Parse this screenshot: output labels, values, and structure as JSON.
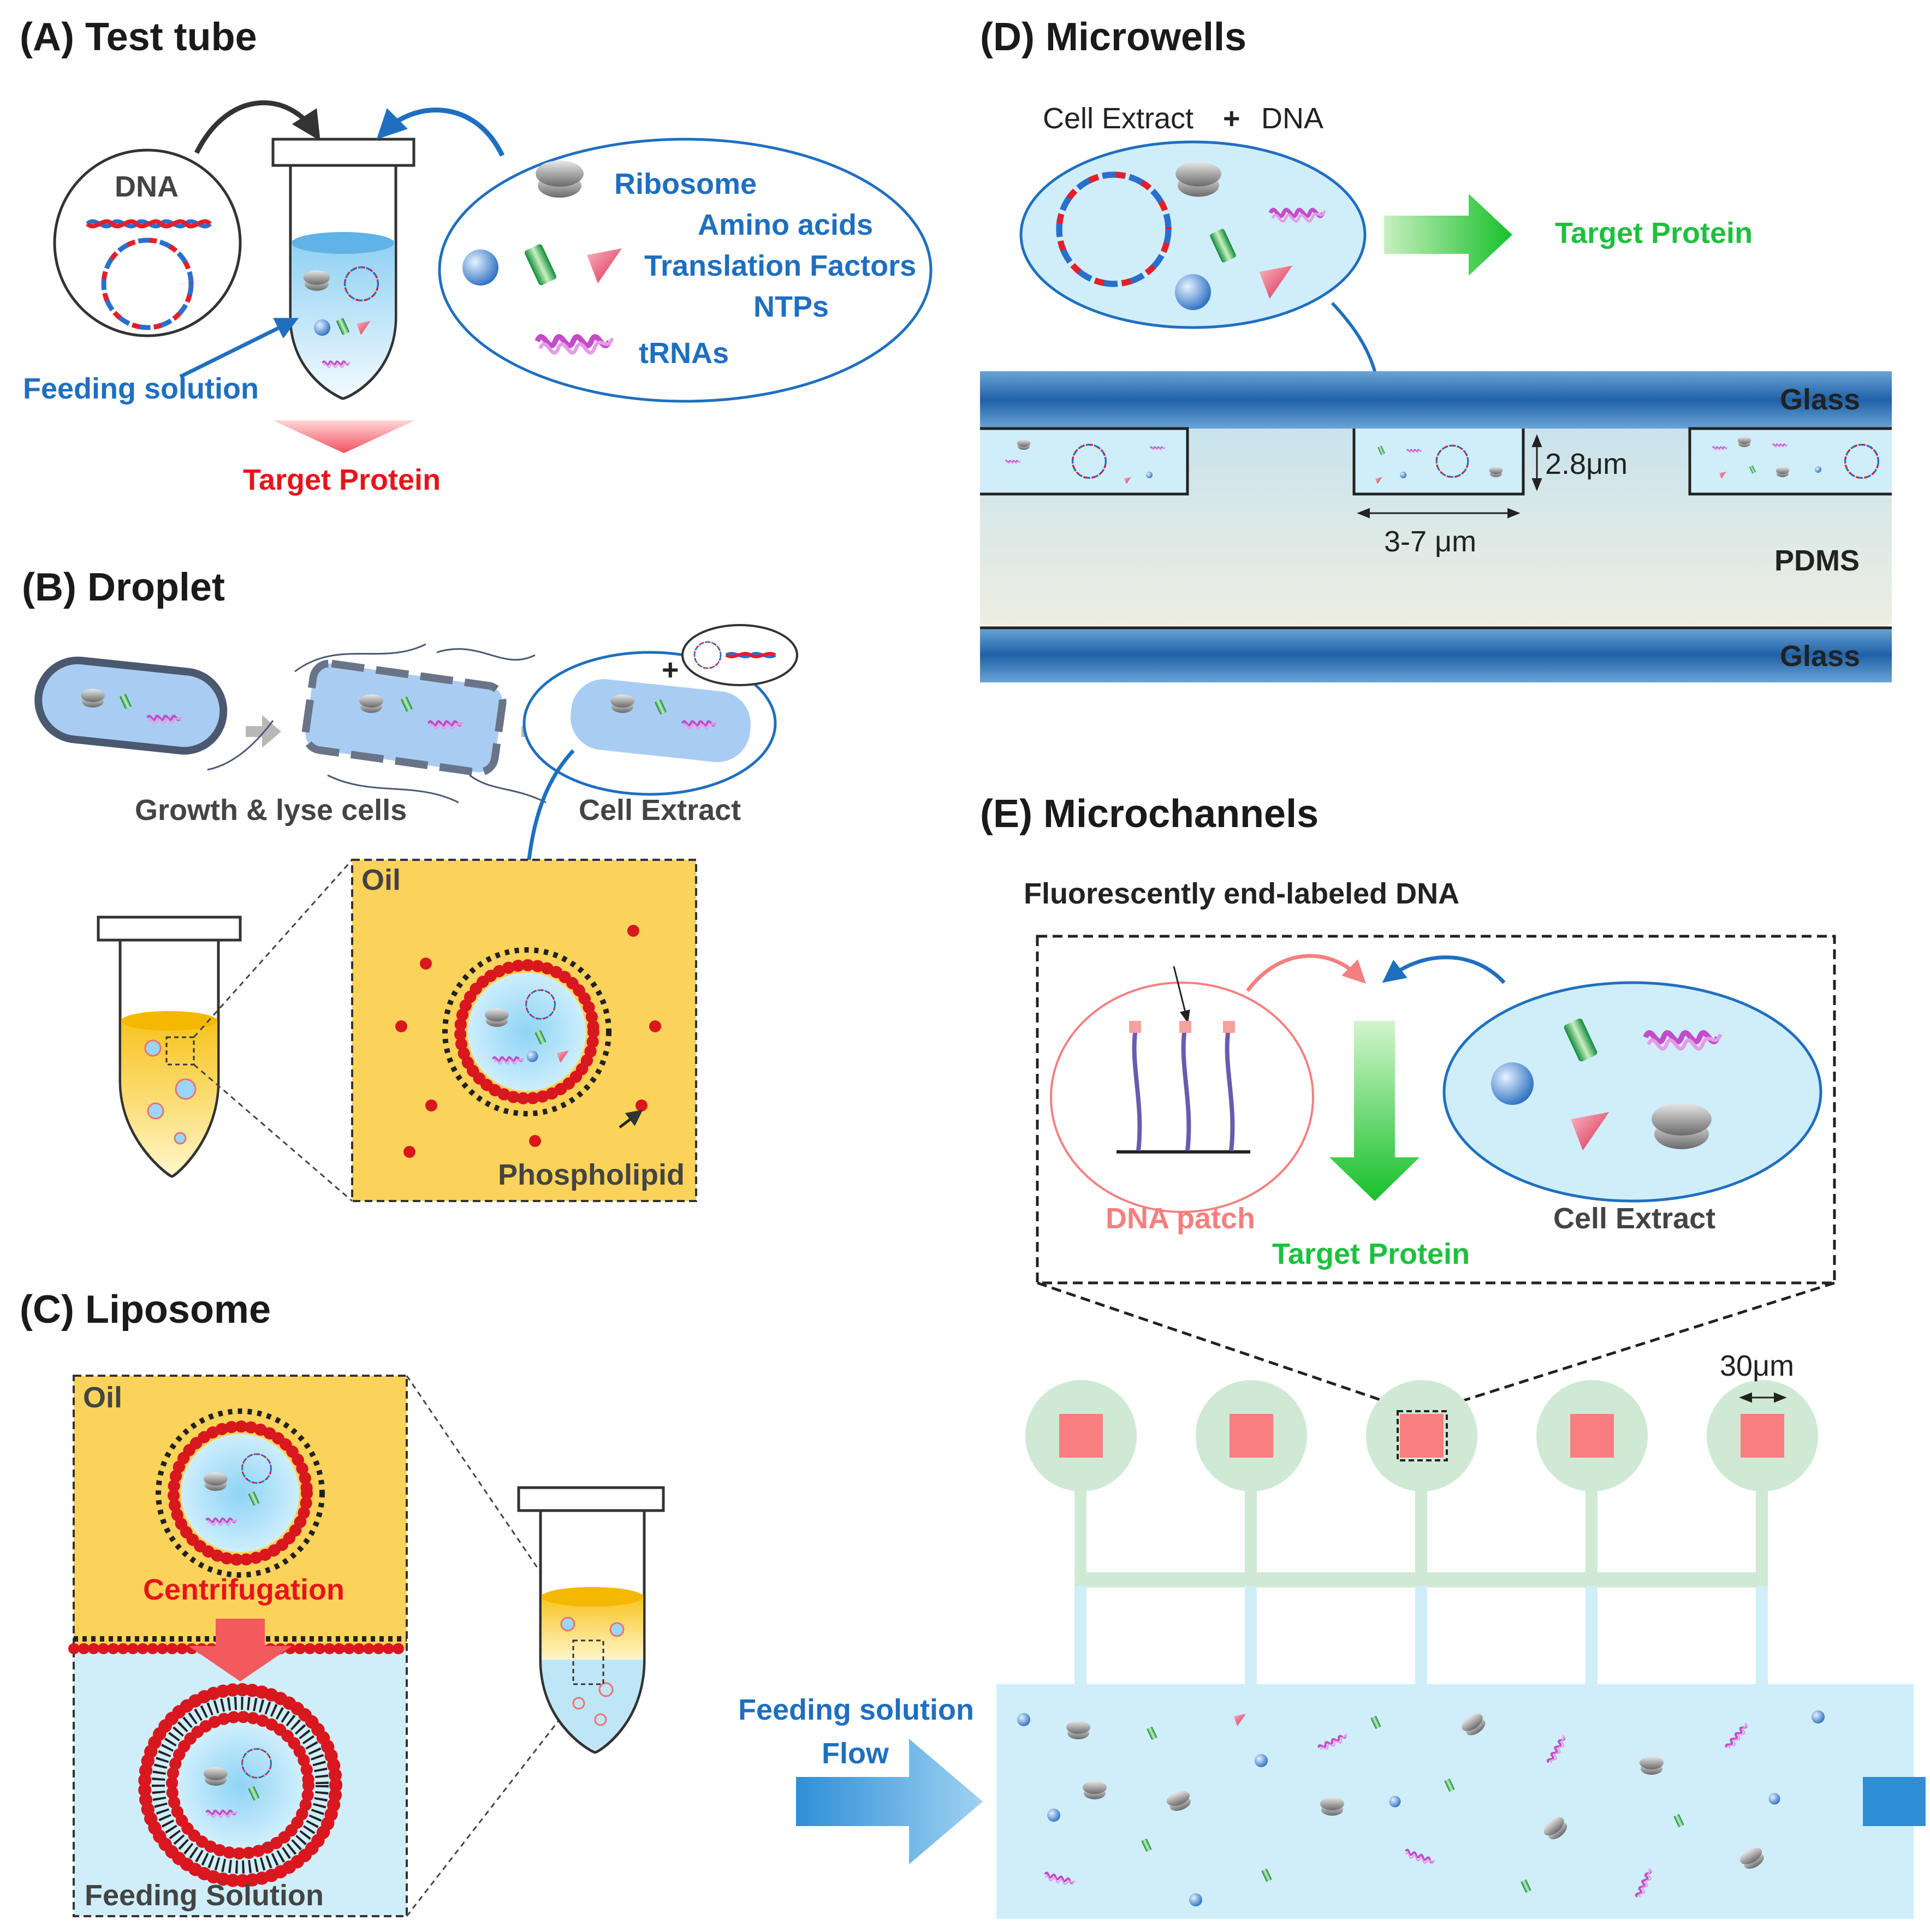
{
  "panels": {
    "a": {
      "title": "(A) Test tube",
      "dna": "DNA",
      "ribosome": "Ribosome",
      "amino_acids": "Amino acids",
      "translation_factors": "Translation Factors",
      "ntps": "NTPs",
      "trnas": "tRNAs",
      "feeding_solution": "Feeding solution",
      "target_protein": "Target Protein"
    },
    "b": {
      "title": "(B) Droplet",
      "growth_lyse": "Growth & lyse cells",
      "cell_extract": "Cell Extract",
      "oil": "Oil",
      "phospholipid": "Phospholipid",
      "plus": "+"
    },
    "c": {
      "title": "(C) Liposome",
      "oil": "Oil",
      "centrifugation": "Centrifugation",
      "feeding_solution": "Feeding Solution"
    },
    "d": {
      "title": "(D) Microwells",
      "cell_extract": "Cell Extract",
      "plus": "+",
      "dna": "DNA",
      "target_protein": "Target Protein",
      "glass_top": "Glass",
      "glass_bottom": "Glass",
      "pdms": "PDMS",
      "depth": "2.8μm",
      "width": "3-7 μm"
    },
    "e": {
      "title": "(E) Microchannels",
      "fluor_dna": "Fluorescently end-labeled DNA",
      "dna_patch": "DNA patch",
      "target_protein": "Target Protein",
      "cell_extract": "Cell Extract",
      "chamber_size": "30μm",
      "feeding_solution": "Feeding solution",
      "flow": "Flow"
    }
  },
  "colors": {
    "blue_text": "#1f6fc0",
    "red_text": "#e8141b",
    "green_text": "#1ec03e",
    "pink_text": "#f47f7f",
    "oil": "#fbd35a",
    "feeding": "#cfeefa"
  }
}
